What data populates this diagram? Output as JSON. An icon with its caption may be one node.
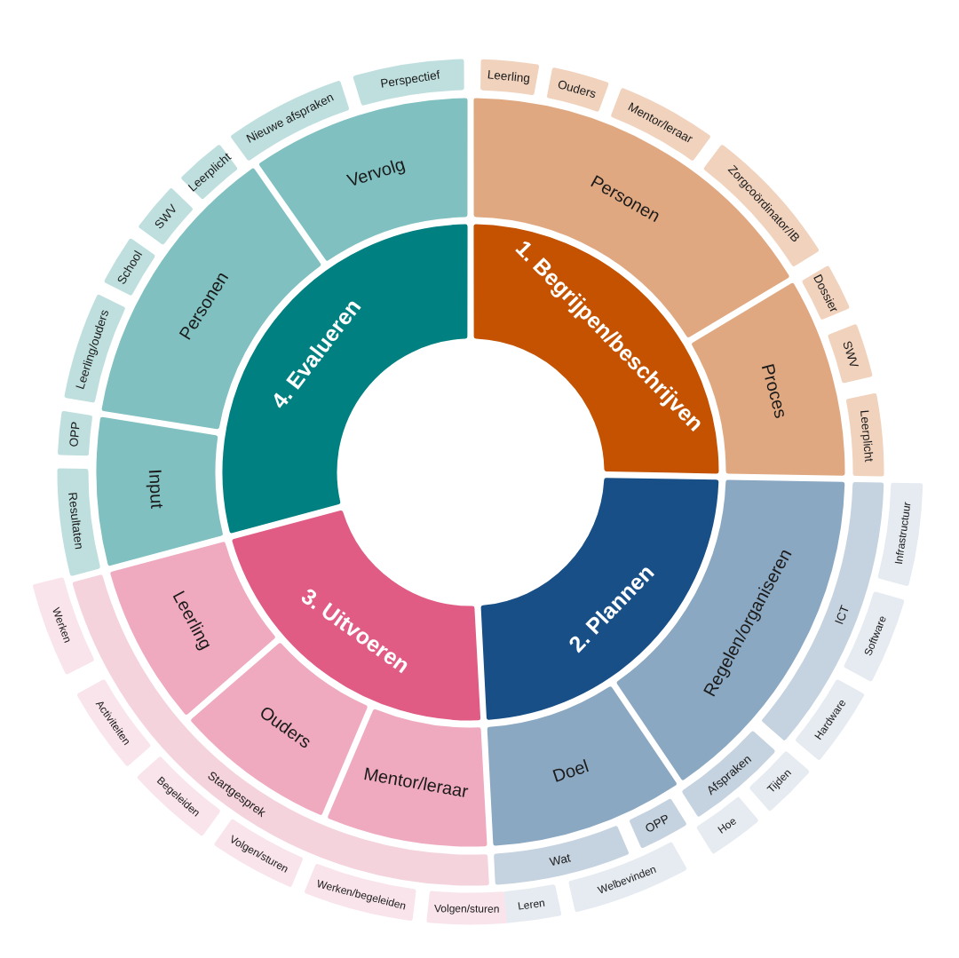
{
  "diagram": {
    "nodes": [
      {
        "text": [
          "1. Begrijpen/beschrijven"
        ]
      },
      {
        "text": [
          "Personen"
        ]
      },
      {
        "text": [
          "Proces"
        ]
      },
      {
        "text": [
          "Leerling"
        ]
      },
      {
        "text": [
          "Ouders"
        ]
      },
      {
        "text": [
          "Mentor/leraar"
        ]
      },
      {
        "text": [
          "Zorgcoördinator/IB"
        ]
      },
      {
        "text": [
          "Dossier"
        ]
      },
      {
        "text": [
          "SWV"
        ]
      },
      {
        "text": [
          "Leerplicht"
        ]
      },
      {
        "text": [
          "2. Plannen"
        ]
      },
      {
        "text": [
          "Regelen/organiseren"
        ]
      },
      {
        "text": [
          "Doel"
        ]
      },
      {
        "text": [
          "ICT"
        ]
      },
      {
        "text": [
          "Afspraken"
        ]
      },
      {
        "text": [
          "OPP"
        ]
      },
      {
        "text": [
          "Wat"
        ]
      },
      {
        "text": [
          "Infrastructuur"
        ]
      },
      {
        "text": [
          "Software"
        ]
      },
      {
        "text": [
          "Hardware"
        ]
      },
      {
        "text": [
          "Tijden"
        ]
      },
      {
        "text": [
          "Hoe"
        ]
      },
      {
        "text": [
          "Welbevinden"
        ]
      },
      {
        "text": [
          "Leren"
        ]
      },
      {
        "text": [
          "3. Uitvoeren"
        ]
      },
      {
        "text": [
          "Mentor/leraar"
        ]
      },
      {
        "text": [
          "Ouders"
        ]
      },
      {
        "text": [
          "Leerling"
        ]
      },
      {
        "text": [
          "Startgesprek"
        ]
      },
      {
        "text": [
          "Volgen/sturen"
        ]
      },
      {
        "text": [
          "Werken/begeleiden"
        ]
      },
      {
        "text": [
          "Volgen/sturen"
        ]
      },
      {
        "text": [
          "Begeleiden"
        ]
      },
      {
        "text": [
          "Activiteiten"
        ]
      },
      {
        "text": [
          "Werken"
        ]
      },
      {
        "text": [
          "4. Evalueren"
        ]
      },
      {
        "text": [
          "Input"
        ]
      },
      {
        "text": [
          "Personen"
        ]
      },
      {
        "text": [
          "Vervolg"
        ]
      },
      {
        "text": [
          "Resultaten"
        ]
      },
      {
        "text": [
          "OPP"
        ]
      },
      {
        "text": [
          "Leerling/ouders"
        ]
      },
      {
        "text": [
          "School"
        ]
      },
      {
        "text": [
          "SWV"
        ]
      },
      {
        "text": [
          "Leerplicht"
        ]
      },
      {
        "text": [
          "Nieuwe afspraken"
        ]
      },
      {
        "text": [
          "Perspectief"
        ]
      }
    ]
  }
}
